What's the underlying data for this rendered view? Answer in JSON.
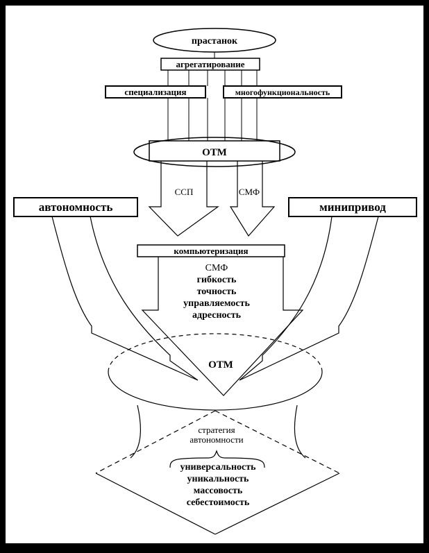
{
  "colors": {
    "background": "#000000",
    "page": "#ffffff",
    "ink": "#000000"
  },
  "labels": {
    "top_node": "прастанок",
    "aggregation": "агрегатирование",
    "specialization": "специализация",
    "multifunctionality": "многофункциональность",
    "otm_top": "ОТМ",
    "arrow_left": "ССП",
    "arrow_right": "СМФ",
    "autonomy": "автономность",
    "minidrive": "минипривод",
    "computerization": "компьютеризация",
    "otm_bottom": "ОТМ",
    "strategy_line1": "стратегия",
    "strategy_line2": "автономности"
  },
  "properties_list": [
    "СМФ",
    "гибкость",
    "точность",
    "управляемость",
    "адресность"
  ],
  "strategy_list": [
    "универсальность",
    "уникальность",
    "массовость",
    "себестоимость"
  ]
}
